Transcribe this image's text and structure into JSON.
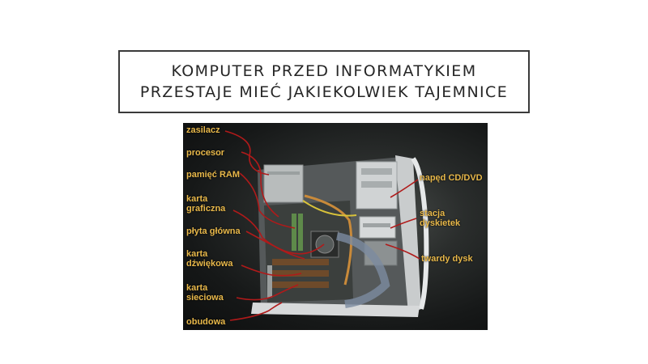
{
  "slide": {
    "title_lines": [
      "KOMPUTER PRZED INFORMATYKIEM",
      "PRZESTAJE MIEĆ JAKIEKOLWIEK TAJEMNICE"
    ]
  },
  "image": {
    "description_icon": "computer-case-interior",
    "labels": {
      "zasilacz": "zasilacz",
      "procesor": "procesor",
      "ram": "pamięć RAM",
      "karta_graficzna_1": "karta",
      "karta_graficzna_2": "graficzna",
      "plyta": "płyta główna",
      "karta_dzwiekowa_1": "karta",
      "karta_dzwiekowa_2": "dźwiękowa",
      "karta_sieciowa_1": "karta",
      "karta_sieciowa_2": "sieciowa",
      "obudowa": "obudowa",
      "naped": "napęd CD/DVD",
      "stacja_1": "stacja",
      "stacja_2": "dyskietek",
      "dysk": "twardy dysk"
    },
    "label_color": "#e8b84a",
    "leader_color": "#b01a1a"
  }
}
